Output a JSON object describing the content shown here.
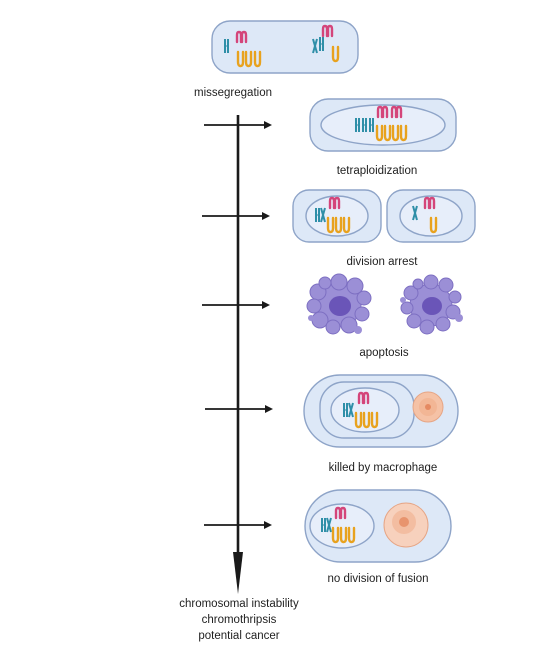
{
  "steps": [
    {
      "id": "missegregation",
      "label": "missegregation"
    },
    {
      "id": "tetraploidization",
      "label": "tetraploidization"
    },
    {
      "id": "division-arrest",
      "label": "division arrest"
    },
    {
      "id": "apoptosis",
      "label": "apoptosis"
    },
    {
      "id": "macrophage",
      "label": "killed by macrophage"
    },
    {
      "id": "no-division",
      "label": "no division of fusion"
    }
  ],
  "outcome": {
    "line1": "chromosomal instability",
    "line2": "chromothripsis",
    "line3": "potential cancer"
  },
  "colors": {
    "cell_fill": "#dde8f7",
    "cell_stroke": "#8ea4c8",
    "chromosome_blue": "#2f8fa8",
    "chromosome_pink": "#d4457a",
    "chromosome_yellow": "#e8a21e",
    "apoptotic_purple": "#9b8fd6",
    "apoptotic_core": "#6a55b8",
    "macrophage_orange": "#f5c2a6",
    "axis": "#1a1a1a"
  }
}
